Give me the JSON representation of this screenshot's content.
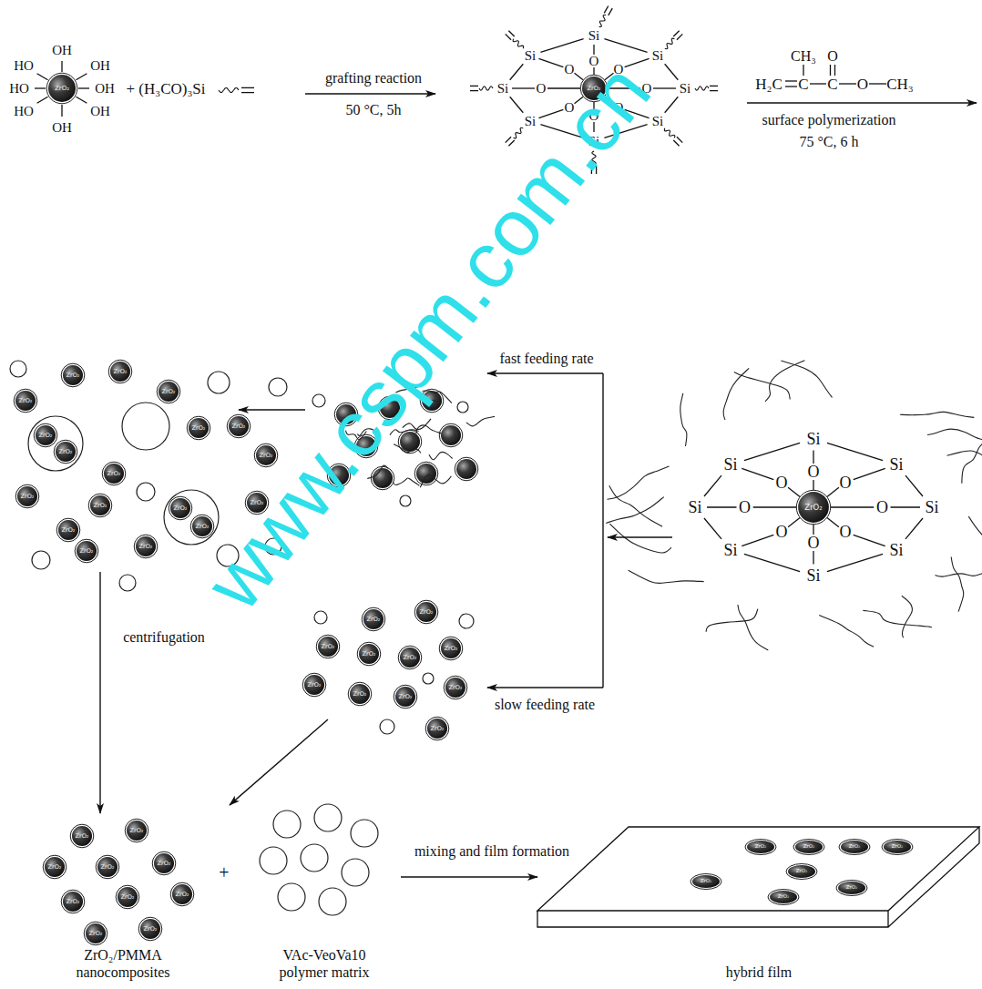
{
  "diagram": {
    "nodes": [
      {
        "text": [
          "ZrO₂/PMMA nanocomposites"
        ]
      },
      {
        "text": [
          "VAc-VeoVa10 polymer matrix"
        ]
      },
      {
        "text": [
          "hybrid film"
        ]
      }
    ],
    "edges": [
      {
        "from": 1,
        "to": 2,
        "arrow": "to",
        "label": "mixing and film formation"
      }
    ],
    "labels": [
      "OH",
      "HO",
      "OH",
      "HO",
      "OH",
      "HO",
      "OH",
      "OH",
      "ZrO₂",
      "+ (H₃CO)₃Si",
      "grafting reaction",
      "50 °C, 5h",
      "Si",
      "O",
      "Si",
      "O",
      "Si",
      "O",
      "Si",
      "O",
      "Si",
      "O",
      "Si",
      "O",
      "Si",
      "O",
      "Si",
      "O",
      "ZrO₂",
      "CH₃",
      "O",
      "H₂C",
      "C",
      "C",
      "O",
      "CH₃",
      "surface polymerization",
      "75 °C, 6 h",
      "fast feeding rate",
      "ZrO₂",
      "ZrO₂",
      "ZrO₂",
      "ZrO₂",
      "ZrO₂",
      "ZrO₂",
      "ZrO₂",
      "ZrO₂",
      "ZrO₂",
      "ZrO₂",
      "ZrO₂",
      "ZrO₂",
      "ZrO₂",
      "ZrO₂",
      "ZrO₂",
      "ZrO₂",
      "ZrO₂",
      "ZrO₂",
      "Si",
      "O",
      "Si",
      "O",
      "Si",
      "O",
      "Si",
      "O",
      "Si",
      "O",
      "Si",
      "O",
      "Si",
      "O",
      "Si",
      "O",
      "ZrO₂",
      "slow feeding rate",
      "ZrO₂",
      "ZrO₂",
      "ZrO₂",
      "ZrO₂",
      "ZrO₂",
      "ZrO₂",
      "ZrO₂",
      "ZrO₂",
      "ZrO₂",
      "ZrO₂",
      "ZrO₂",
      "centrifugation",
      "ZrO₂",
      "ZrO₂",
      "ZrO₂",
      "ZrO₂",
      "ZrO₂",
      "ZrO₂",
      "ZrO₂",
      "ZrO₂",
      "ZrO₂",
      "ZrO₂",
      "+",
      "ZrO₂",
      "ZrO₂",
      "ZrO₂",
      "ZrO₂",
      "ZrO₂",
      "ZrO₂",
      "ZrO₂",
      "ZrO₂",
      "www.cspm.com.cn"
    ]
  }
}
